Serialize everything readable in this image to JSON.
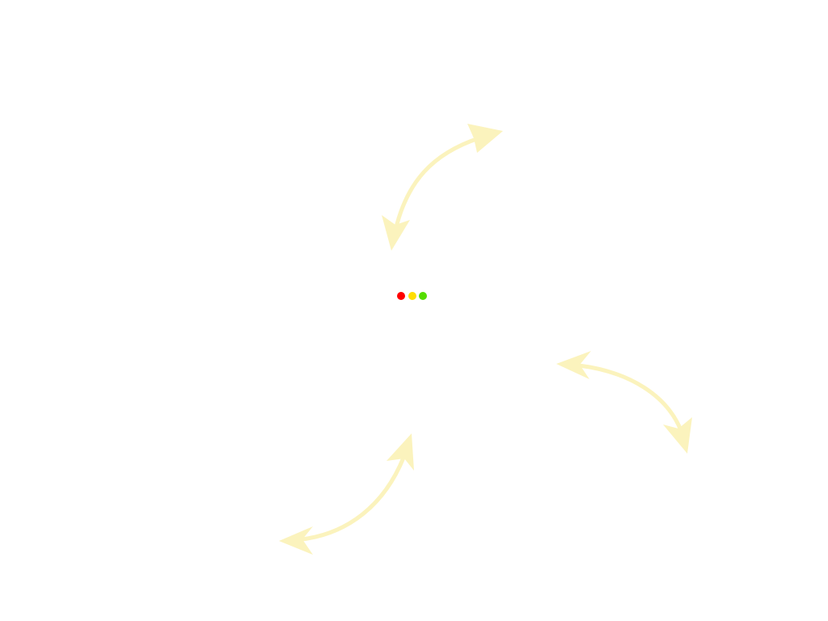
{
  "colors": {
    "background": "#ffffff",
    "arrow": "#fbf3bd"
  },
  "arrows": [
    {
      "name": "curved-double-arrow-top-icon"
    },
    {
      "name": "curved-double-arrow-right-icon"
    },
    {
      "name": "curved-double-arrow-bottom-left-icon"
    }
  ],
  "loading_indicator": {
    "icon": "three-dot-loading-icon",
    "dots": [
      {
        "name": "loading-dot-red",
        "color": "#ff0000"
      },
      {
        "name": "loading-dot-yellow",
        "color": "#ffdd00"
      },
      {
        "name": "loading-dot-green",
        "color": "#55dd00"
      }
    ]
  }
}
